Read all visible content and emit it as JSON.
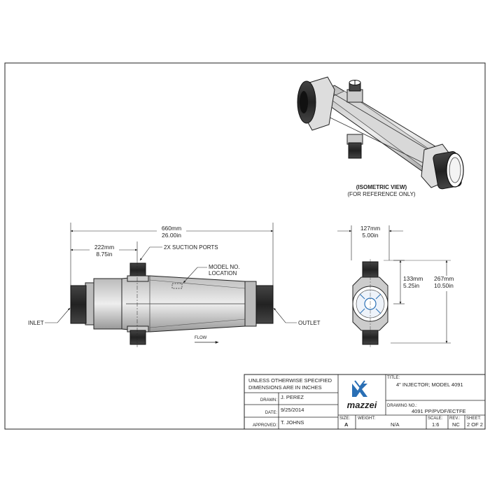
{
  "isometric": {
    "title": "(ISOMETRIC VIEW)",
    "subtitle": "(FOR REFERENCE ONLY)"
  },
  "front_view": {
    "overall_mm": "660mm",
    "overall_in": "26.00in",
    "suction_mm": "222mm",
    "suction_in": "8.75in",
    "suction_label": "2X SUCTION PORTS",
    "model_label_1": "MODEL NO.",
    "model_label_2": "LOCATION",
    "inlet_label": "INLET",
    "outlet_label": "OUTLET",
    "flow_label": "FLOW"
  },
  "side_view": {
    "width_mm": "127mm",
    "width_in": "5.00in",
    "center_mm": "133mm",
    "center_in": "5.25in",
    "height_mm": "267mm",
    "height_in": "10.50in"
  },
  "title_block": {
    "note_line1": "UNLESS OTHERWISE SPECIFIED",
    "note_line2": "DIMENSIONS ARE IN INCHES",
    "drawn_label": "DRAWN:",
    "drawn_value": "J. PEREZ",
    "date_label": "DATE:",
    "date_value": "9/25/2014",
    "approved_label": "APPROVED:",
    "approved_value": "T. JOHNS",
    "logo_text": "mazzei",
    "title_label": "TITLE:",
    "title_value": "4\" INJECTOR; MODEL 4091",
    "drawing_no_label": "DRAWING NO.:",
    "drawing_no_value": "4091 PP/PVDF/ECTFE",
    "size_label": "SIZE:",
    "size_value": "A",
    "weight_label": "WEIGHT:",
    "weight_value": "N/A",
    "scale_label": "SCALE:",
    "scale_value": "1:6",
    "rev_label": "REV.:",
    "rev_value": "NC",
    "sheet_label": "SHEET:",
    "sheet_value": "2 OF 2"
  },
  "colors": {
    "ink": "#222222",
    "body_dark": "#2a2a2a",
    "body_gray": "#9a9a9a",
    "logo_blue": "#2a6fb5"
  }
}
